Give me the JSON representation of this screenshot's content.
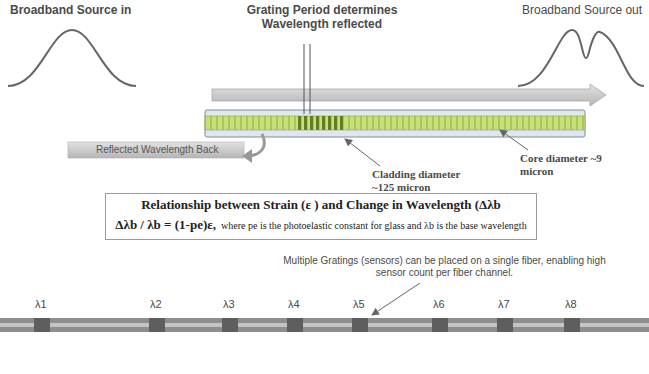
{
  "diagram": {
    "nodes": [
      {
        "text": [
          "Relationship between Strain (ε ) and Change in Wavelength (Δλb",
          "Δλb / λb = (1-pe)ε,",
          "where pe is the photoelastic constant for glass and λb is the base wavelength"
        ]
      }
    ],
    "labels": [
      "Broadband Source in",
      "Grating Period determines Wavelength reflected",
      "Broadband Source out",
      "Reflected Wavelength Back",
      "Cladding diameter ~125 micron",
      "Core diameter ~9 micron",
      "Multiple Gratings (sensors) can be placed on a single fiber, enabling high sensor count per fiber channel.",
      "λ1",
      "λ2",
      "λ3",
      "λ4",
      "λ5",
      "λ6",
      "λ7",
      "λ8"
    ]
  }
}
